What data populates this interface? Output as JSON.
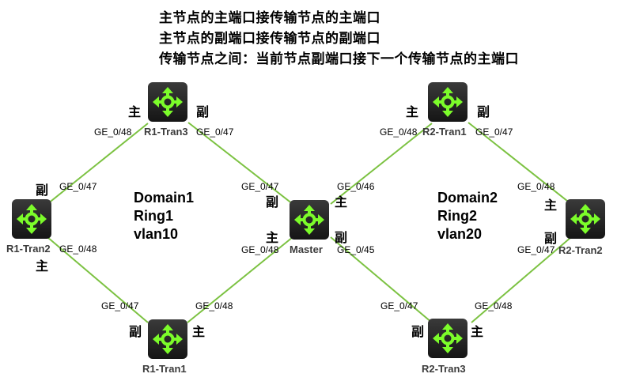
{
  "notes": [
    "主节点的主端口接传输节点的主端口",
    "主节点的副端口接传输节点的副端口",
    "传输节点之间：当前节点副端口接下一个传输节点的主端口"
  ],
  "colors": {
    "link": "#7cc242",
    "node_bg": "#222222",
    "node_icon": "#7cfc2a"
  },
  "node_icon": "four-way-arrow-icon",
  "domains": [
    {
      "domain": "Domain1",
      "ring": "Ring1",
      "vlan": "vlan10"
    },
    {
      "domain": "Domain2",
      "ring": "Ring2",
      "vlan": "vlan20"
    }
  ],
  "nodes": {
    "r1_tran3": {
      "label": "R1-Tran3"
    },
    "r1_tran2": {
      "label": "R1-Tran2"
    },
    "r1_tran1": {
      "label": "R1-Tran1"
    },
    "master": {
      "label": "Master"
    },
    "r2_tran1": {
      "label": "R2-Tran1"
    },
    "r2_tran2": {
      "label": "R2-Tran2"
    },
    "r2_tran3": {
      "label": "R2-Tran3"
    }
  },
  "roles": {
    "primary": "主",
    "secondary": "副"
  },
  "ports": {
    "r1_tran3_left": "GE_0/48",
    "r1_tran3_right": "GE_0/47",
    "r1_tran2_top": "GE_0/47",
    "r1_tran2_bottom": "GE_0/48",
    "r1_tran1_left": "GE_0/47",
    "r1_tran1_right": "GE_0/48",
    "master_top_left": "GE_0/47",
    "master_bottom_left": "GE_0/48",
    "master_top_right": "GE_0/46",
    "master_bottom_right": "GE_0/45",
    "r2_tran1_left": "GE_0/48",
    "r2_tran1_right": "GE_0/47",
    "r2_tran2_top": "GE_0/48",
    "r2_tran2_bottom": "GE_0/47",
    "r2_tran3_left": "GE_0/47",
    "r2_tran3_right": "GE_0/48"
  }
}
